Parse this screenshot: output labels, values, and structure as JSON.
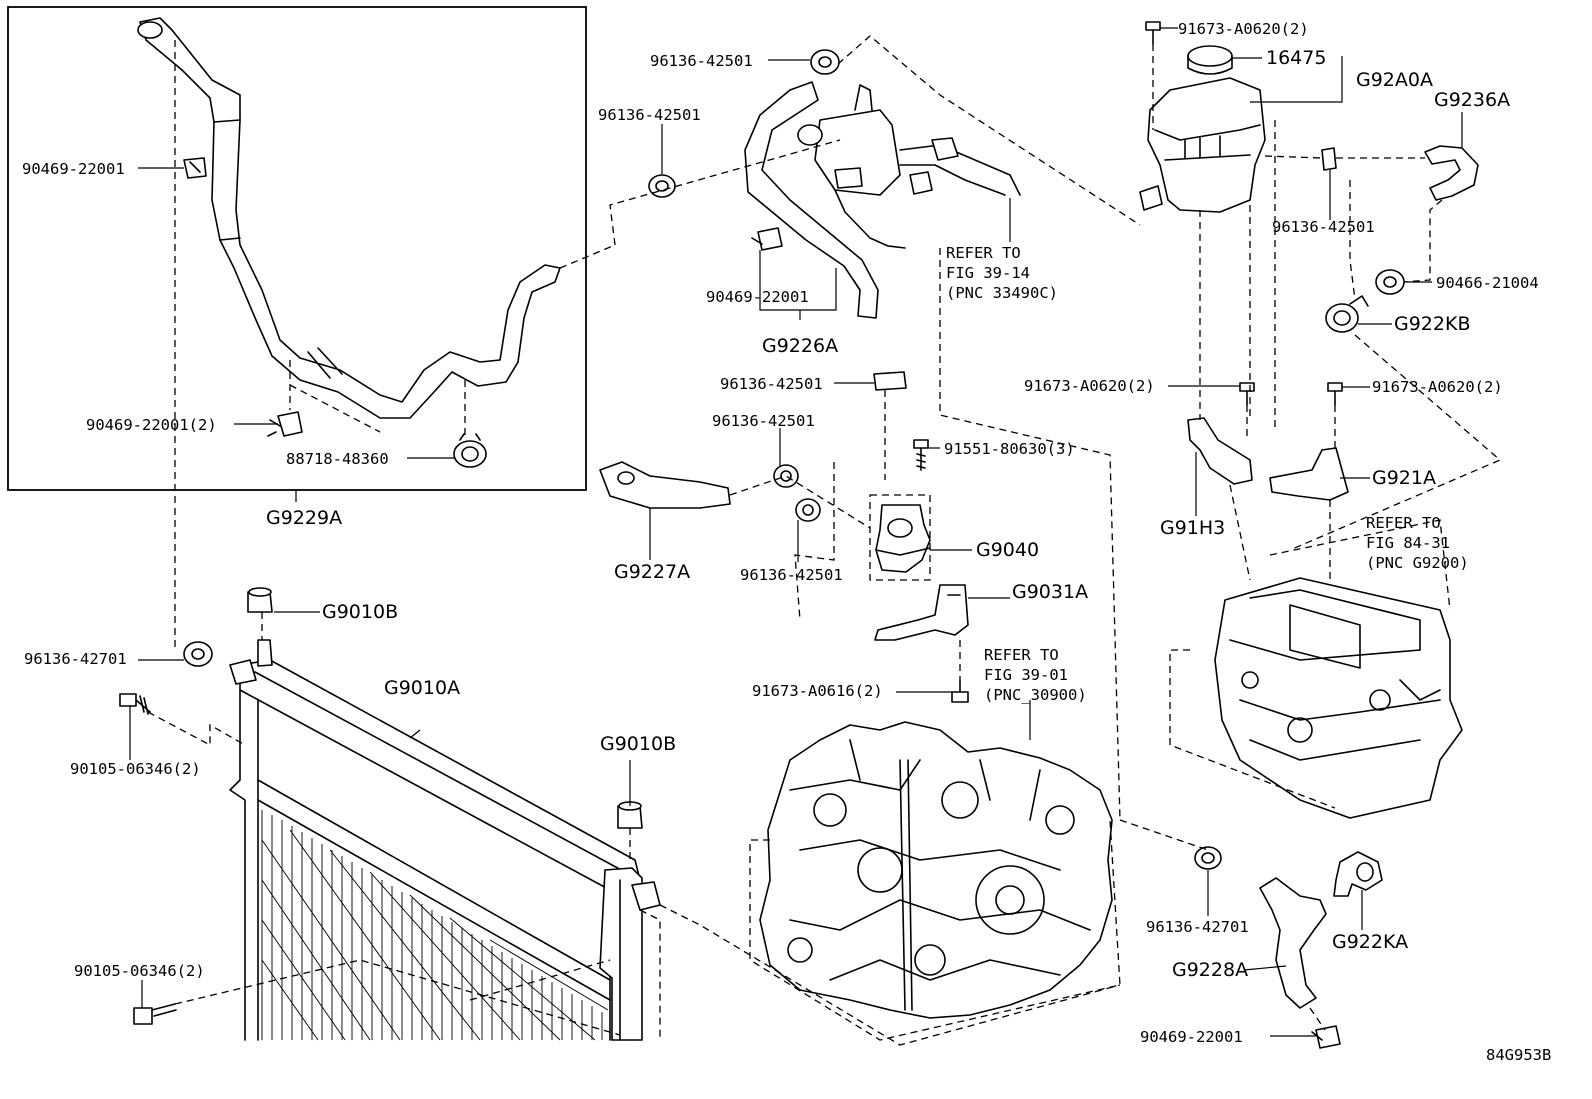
{
  "diagram": {
    "code": "84G953B",
    "callouts": [
      {
        "id": "c-90469-22001-a",
        "text": "90469-22001"
      },
      {
        "id": "c-90469-22001-2",
        "text": "90469-22001(2)"
      },
      {
        "id": "c-88718-48360",
        "text": "88718-48360"
      },
      {
        "id": "c-g9229a",
        "text": "G9229A"
      },
      {
        "id": "c-96136-42501-a",
        "text": "96136-42501"
      },
      {
        "id": "c-96136-42501-b",
        "text": "96136-42501"
      },
      {
        "id": "c-90469-22001-b",
        "text": "90469-22001"
      },
      {
        "id": "c-g9226a",
        "text": "G9226A"
      },
      {
        "id": "c-refer-39-14",
        "lines": [
          "REFER TO",
          "FIG 39-14",
          "(PNC 33490C)"
        ]
      },
      {
        "id": "c-96136-42501-c",
        "text": "96136-42501"
      },
      {
        "id": "c-96136-42501-d",
        "text": "96136-42501"
      },
      {
        "id": "c-91551-80630",
        "text": "91551-80630(3)"
      },
      {
        "id": "c-g9040",
        "text": "G9040"
      },
      {
        "id": "c-g9227a",
        "text": "G9227A"
      },
      {
        "id": "c-96136-42501-e",
        "text": "96136-42501"
      },
      {
        "id": "c-g9031a",
        "text": "G9031A"
      },
      {
        "id": "c-91673-a0616",
        "text": "91673-A0616(2)"
      },
      {
        "id": "c-refer-39-01",
        "lines": [
          "REFER TO",
          "FIG 39-01",
          "(PNC_30900)"
        ]
      },
      {
        "id": "c-91673-a0620-top",
        "text": "91673-A0620(2)"
      },
      {
        "id": "c-16475",
        "text": "16475"
      },
      {
        "id": "c-g92a0a",
        "text": "G92A0A"
      },
      {
        "id": "c-g9236a",
        "text": "G9236A"
      },
      {
        "id": "c-96136-42501-f",
        "text": "96136-42501"
      },
      {
        "id": "c-90466-21004",
        "text": "90466-21004"
      },
      {
        "id": "c-g922kb",
        "text": "G922KB"
      },
      {
        "id": "c-91673-a0620-l",
        "text": "91673-A0620(2)"
      },
      {
        "id": "c-91673-a0620-r",
        "text": "91673-A0620(2)"
      },
      {
        "id": "c-g91h3",
        "text": "G91H3"
      },
      {
        "id": "c-g921a",
        "text": "G921A"
      },
      {
        "id": "c-refer-84-31",
        "lines": [
          "REFER TO",
          "FIG 84-31",
          "(PNC G9200)"
        ]
      },
      {
        "id": "c-g9010b-top",
        "text": "G9010B"
      },
      {
        "id": "c-96136-42701-l",
        "text": "96136-42701"
      },
      {
        "id": "c-g9010a",
        "text": "G9010A"
      },
      {
        "id": "c-90105-06346-top",
        "text": "90105-06346(2)"
      },
      {
        "id": "c-g9010b-mid",
        "text": "G9010B"
      },
      {
        "id": "c-90105-06346-bot",
        "text": "90105-06346(2)"
      },
      {
        "id": "c-96136-42701-r",
        "text": "96136-42701"
      },
      {
        "id": "c-g922ka",
        "text": "G922KA"
      },
      {
        "id": "c-g9228a",
        "text": "G9228A"
      },
      {
        "id": "c-90469-22001-c",
        "text": "90469-22001"
      }
    ]
  }
}
